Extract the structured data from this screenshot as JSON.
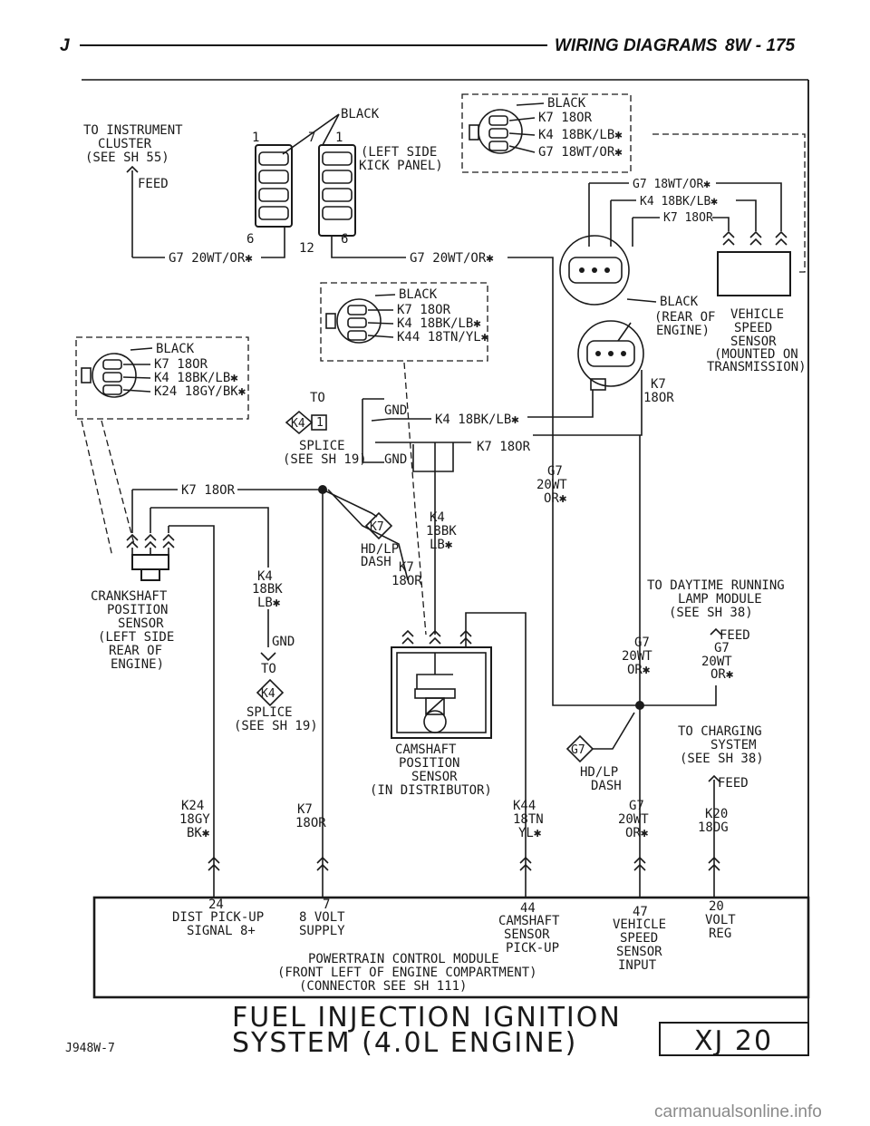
{
  "header": {
    "left": "J",
    "title": "WIRING DIAGRAMS",
    "page": "8W - 175"
  },
  "title": {
    "line1": "FUEL INJECTION IGNITION",
    "line2": "SYSTEM (4.0L ENGINE)"
  },
  "figure_id": "J948W-7",
  "sheet_id": "XJ 20",
  "watermark": "carmanualsonline.info",
  "instrument_cluster": {
    "l1": "TO INSTRUMENT",
    "l2": "CLUSTER",
    "l3": "(SEE SH 55)",
    "feed": "FEED",
    "wire": "G7 20WT/OR✱"
  },
  "kick_panel": {
    "color": "BLACK",
    "l1": "(LEFT SIDE",
    "l2": "KICK PANEL)",
    "pin1a": "1",
    "pin1b": "7",
    "pin1c": "1",
    "pin6a": "6",
    "pin12": "12",
    "pin6b": "6",
    "wire": "G7 20WT/OR✱"
  },
  "vss_connector": {
    "color": "BLACK",
    "w1": "K7 18OR",
    "w2": "K4 18BK/LB✱",
    "w3": "G7 18WT/OR✱"
  },
  "vss_wires": {
    "g7": "G7 18WT/OR✱",
    "k4": "K4 18BK/LB✱",
    "k7": "K7 18OR"
  },
  "vss": {
    "color": "BLACK",
    "loc1": "(REAR OF",
    "loc2": "ENGINE)",
    "l1": "VEHICLE",
    "l2": "SPEED",
    "l3": "SENSOR",
    "l4": "(MOUNTED ON",
    "l5": "TRANSMISSION)",
    "k7a": "K7",
    "k7b": "18OR"
  },
  "cmp_connector": {
    "color": "BLACK",
    "w1": "K7 18OR",
    "w2": "K4 18BK/LB✱",
    "w3": "K44 18TN/YL✱"
  },
  "ckp_connector": {
    "color": "BLACK",
    "w1": "K7 18OR",
    "w2": "K4 18BK/LB✱",
    "w3": "K24 18GY/BK✱"
  },
  "splice_top": {
    "to": "TO",
    "tag": "K4",
    "pin": "1",
    "l1": "SPLICE",
    "l2": "(SEE SH 19)",
    "gnd1": "GND",
    "gnd2": "GND",
    "k4wire": "K4 18BK/LB✱",
    "k7wire": "K7 18OR"
  },
  "g7_mid": {
    "l1": "G7",
    "l2": "20WT",
    "l3": "OR✱"
  },
  "k7_bus": "K7 18OR",
  "hdlp_dash_k7": {
    "tag": "K7",
    "l1": "HD/LP",
    "l2": "DASH",
    "w1": "K7",
    "w2": "18OR"
  },
  "k4_vert": {
    "l1": "K4",
    "l2": "18BK",
    "l3": "LB✱"
  },
  "ckp": {
    "l1": "CRANKSHAFT",
    "l2": "POSITION",
    "l3": "SENSOR",
    "l4": "(LEFT SIDE",
    "l5": "REAR OF",
    "l6": "ENGINE)"
  },
  "k4_left": {
    "l1": "K4",
    "l2": "18BK",
    "l3": "LB✱",
    "gnd": "GND",
    "to": "TO",
    "tag": "K4",
    "s1": "SPLICE",
    "s2": "(SEE SH 19)"
  },
  "cmp": {
    "l1": "CAMSHAFT",
    "l2": "POSITION",
    "l3": "SENSOR",
    "l4": "(IN DISTRIBUTOR)"
  },
  "drl": {
    "l1": "TO DAYTIME RUNNING",
    "l2": "LAMP MODULE",
    "l3": "(SEE SH 38)",
    "feed": "FEED",
    "g7a": "G7",
    "g7b": "20WT",
    "g7c": "OR✱",
    "g7d": "G7",
    "g7e": "20WT",
    "g7f": "OR✱"
  },
  "g7_hdlp": {
    "tag": "G7",
    "l1": "HD/LP",
    "l2": "DASH"
  },
  "charging": {
    "l1": "TO CHARGING",
    "l2": "SYSTEM",
    "l3": "(SEE SH 38)",
    "feed": "FEED"
  },
  "pcm_wires": {
    "k24": [
      "K24",
      "18GY",
      "BK✱"
    ],
    "k7": [
      "K7",
      "18OR"
    ],
    "k44": [
      "K44",
      "18TN",
      "YL✱"
    ],
    "g7": [
      "G7",
      "20WT",
      "OR✱"
    ],
    "k20": [
      "K20",
      "18DG"
    ]
  },
  "pcm": {
    "pins": {
      "p24": [
        "24",
        "DIST PICK-UP",
        "SIGNAL 8+"
      ],
      "p7": [
        "7",
        "8 VOLT",
        "SUPPLY"
      ],
      "p44": [
        "44",
        "CAMSHAFT",
        "SENSOR",
        "PICK-UP"
      ],
      "p47": [
        "47",
        "VEHICLE",
        "SPEED",
        "SENSOR",
        "INPUT"
      ],
      "p20": [
        "20",
        "VOLT",
        "REG"
      ]
    },
    "name1": "POWERTRAIN CONTROL MODULE",
    "name2": "(FRONT LEFT OF ENGINE COMPARTMENT)",
    "name3": "(CONNECTOR SEE SH 111)"
  }
}
